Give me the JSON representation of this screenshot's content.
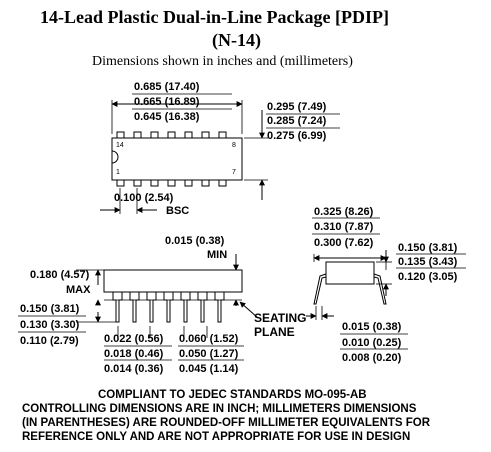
{
  "header": {
    "title_line1": "14-Lead Plastic Dual-in-Line Package [PDIP]",
    "title_line2": "(N-14)",
    "subtitle": "Dimensions shown in inches and (millimeters)"
  },
  "top_view": {
    "length": [
      "0.685 (17.40)",
      "0.665 (16.89)",
      "0.645 (16.38)"
    ],
    "width": [
      "0.295 (7.49)",
      "0.285 (7.24)",
      "0.275 (6.99)"
    ],
    "pin_labels": [
      "14",
      "8",
      "1",
      "7"
    ],
    "pitch": "0.100 (2.54)",
    "pitch_note": "BSC"
  },
  "side_view": {
    "standoff": "0.015 (0.38)",
    "standoff_note": "MIN",
    "height": "0.180 (4.57)",
    "height_note": "MAX",
    "lead_length": [
      "0.150 (3.81)",
      "0.130 (3.30)",
      "0.110 (2.79)"
    ],
    "lead_width": [
      "0.022 (0.56)",
      "0.018 (0.46)",
      "0.014 (0.36)"
    ],
    "shoulder_width": [
      "0.060 (1.52)",
      "0.050 (1.27)",
      "0.045 (1.14)"
    ],
    "seating_plane": [
      "SEATING",
      "PLANE"
    ]
  },
  "end_view": {
    "row_spacing": [
      "0.325 (8.26)",
      "0.310 (7.87)",
      "0.300 (7.62)"
    ],
    "body_height": [
      "0.150 (3.81)",
      "0.135 (3.43)",
      "0.120 (3.05)"
    ],
    "lead_thickness": [
      "0.015 (0.38)",
      "0.010 (0.25)",
      "0.008 (0.20)"
    ]
  },
  "footer": [
    "COMPLIANT TO JEDEC STANDARDS MO-095-AB",
    "CONTROLLING DIMENSIONS ARE IN INCH; MILLIMETERS DIMENSIONS",
    "(IN PARENTHESES) ARE ROUNDED-OFF MILLIMETER EQUIVALENTS FOR",
    "REFERENCE ONLY AND ARE NOT APPROPRIATE FOR USE IN DESIGN"
  ]
}
